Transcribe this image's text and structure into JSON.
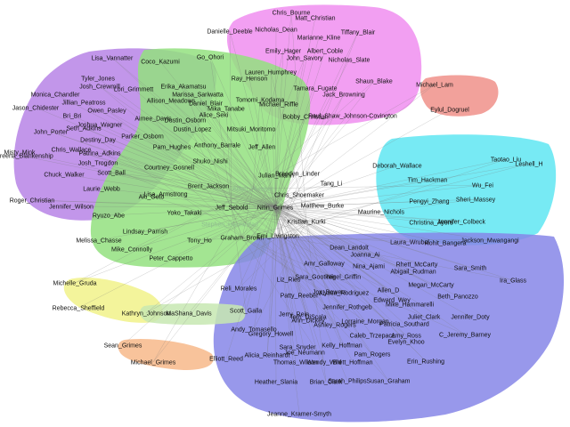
{
  "graph": {
    "highlighted_node": "Nitin_Grimes",
    "clusters": [
      {
        "id": "magenta",
        "color": "#f08ef0"
      },
      {
        "id": "purple",
        "color": "#b784e6"
      },
      {
        "id": "green",
        "color": "#93e07f"
      },
      {
        "id": "salmon",
        "color": "#f0908a"
      },
      {
        "id": "cyan",
        "color": "#5fe6f2"
      },
      {
        "id": "blue",
        "color": "#8686e8"
      },
      {
        "id": "yellow",
        "color": "#f1f28a"
      },
      {
        "id": "orange",
        "color": "#f7b98a"
      },
      {
        "id": "light-green",
        "color": "#c7e7b2"
      }
    ],
    "nodes": [
      {
        "id": "chris_bourne",
        "label": "Chris_Bourne"
      },
      {
        "id": "matt_christian",
        "label": "Matt_Christian"
      },
      {
        "id": "danielle_deeble",
        "label": "Danielle_Deeble"
      },
      {
        "id": "nicholas_dean",
        "label": "Nicholas_Dean"
      },
      {
        "id": "tiffany_blair",
        "label": "Tiffany_Blair"
      },
      {
        "id": "marianne_kline",
        "label": "Marianne_Kline"
      },
      {
        "id": "emily_hager",
        "label": "Emily_Hager"
      },
      {
        "id": "albert_coble",
        "label": "Albert_Coble"
      },
      {
        "id": "john_savory",
        "label": "John_Savory"
      },
      {
        "id": "nicholas_slate",
        "label": "Nicholas_Slate"
      },
      {
        "id": "lauren_humphrey",
        "label": "Lauren_Humphrey"
      },
      {
        "id": "ray_henson",
        "label": "Ray_Henson"
      },
      {
        "id": "shaun_blake",
        "label": "Shaun_Blake"
      },
      {
        "id": "tamara_fugate",
        "label": "Tamara_Fugate"
      },
      {
        "id": "jack_browning",
        "label": "Jack_Browning"
      },
      {
        "id": "michael_riffle",
        "label": "Michael_Riffle"
      },
      {
        "id": "bobby_christian",
        "label": "Bobby_Christian"
      },
      {
        "id": "paul_shaw_johnson_covington",
        "label": "Paul_Shaw_Johnson-Covington"
      },
      {
        "id": "michael_lam",
        "label": "Michael_Lam"
      },
      {
        "id": "eylul_dogruel",
        "label": "Eylul_Dogruel"
      },
      {
        "id": "lisa_vannatter",
        "label": "Lisa_Vannatter"
      },
      {
        "id": "coco_kazumi",
        "label": "Coco_Kazumi"
      },
      {
        "id": "go_ohori",
        "label": "Go_Ohori"
      },
      {
        "id": "tyler_jones",
        "label": "Tyler_Jones"
      },
      {
        "id": "josh_crewmill",
        "label": "Josh_Crewmill"
      },
      {
        "id": "lori_grimmett",
        "label": "Lori_Grimmett"
      },
      {
        "id": "erika_akamatsu",
        "label": "Erika_Akamatsu"
      },
      {
        "id": "monica_chandler",
        "label": "Monica_Chandler"
      },
      {
        "id": "marissa_sariwatta",
        "label": "Marissa_Sariwatta"
      },
      {
        "id": "jillian_peatross",
        "label": "Jillian_Peatross"
      },
      {
        "id": "allison_meadows",
        "label": "Allison_Meadows"
      },
      {
        "id": "daniel_blair",
        "label": "Daniel_Blair"
      },
      {
        "id": "mika_tanabe",
        "label": "Mika_Tanabe"
      },
      {
        "id": "jason_chidester",
        "label": "Jason_Chidester"
      },
      {
        "id": "owen_pasley",
        "label": "Owen_Pasley"
      },
      {
        "id": "bri_bri",
        "label": "Bri_Bri"
      },
      {
        "id": "aimee_davis",
        "label": "Aimee_Davis"
      },
      {
        "id": "alice_seki",
        "label": "Alice_Seki"
      },
      {
        "id": "tomomi_kodama",
        "label": "Tomomi_Kodama"
      },
      {
        "id": "joshua_wagner",
        "label": "Joshua_Wagner"
      },
      {
        "id": "john_porter",
        "label": "John_Porter"
      },
      {
        "id": "seth_adkins",
        "label": "Seth_Adkins"
      },
      {
        "id": "dustin_osborn",
        "label": "Dustin_Osborn"
      },
      {
        "id": "mitsuki_moritomo",
        "label": "Mitsuki_Moritomo"
      },
      {
        "id": "dustin_lopez",
        "label": "Dustin_Lopez"
      },
      {
        "id": "parker_osborn",
        "label": "Parker_Osborn"
      },
      {
        "id": "destiny_day",
        "label": "Destiny_Day"
      },
      {
        "id": "pam_hughes",
        "label": "Pam_Hughes"
      },
      {
        "id": "anthony_barrale",
        "label": "Anthony_Barrale"
      },
      {
        "id": "jeff_allen",
        "label": "Jeff_Allen"
      },
      {
        "id": "chris_wallace",
        "label": "Chris_Wallace"
      },
      {
        "id": "laureena_blankenship",
        "label": "Laureena_Blankenship"
      },
      {
        "id": "patrina_adkins",
        "label": "Patrina_Adkins"
      },
      {
        "id": "misty_mink",
        "label": "Misty_Mink"
      },
      {
        "id": "josh_trogdon",
        "label": "Josh_Trogdon"
      },
      {
        "id": "shuko_nishi",
        "label": "Shuko_Nishi"
      },
      {
        "id": "courtney_gosnell",
        "label": "Courtney_Gosnell"
      },
      {
        "id": "chuck_walker",
        "label": "Chuck_Walker"
      },
      {
        "id": "scott_ball",
        "label": "Scott_Ball"
      },
      {
        "id": "laurie_webb",
        "label": "Laurie_Webb"
      },
      {
        "id": "brent_jackson",
        "label": "Brent_Jackson"
      },
      {
        "id": "alliah_humber",
        "label": "Alliah_Humber"
      },
      {
        "id": "roger_christian",
        "label": "Roger_Christian"
      },
      {
        "id": "jennifer_wilson",
        "label": "Jennifer_Wilson"
      },
      {
        "id": "aki_goto",
        "label": "Aki_Goto"
      },
      {
        "id": "lisa_armstrong",
        "label": "Lisa_Armstrong"
      },
      {
        "id": "jeff_sebold",
        "label": "Jeff_Sebold"
      },
      {
        "id": "nitin_grimes",
        "label": "Nitin_Grimes"
      },
      {
        "id": "matthew_burke",
        "label": "Matthew_Burke"
      },
      {
        "id": "ryuzo_abe",
        "label": "Ryuzo_Abe"
      },
      {
        "id": "yoko_takaki",
        "label": "Yoko_Takaki"
      },
      {
        "id": "stephen_hannestad",
        "label": "Stephen_Hannestad"
      },
      {
        "id": "kristian_kurki",
        "label": "Kristian_Kurki"
      },
      {
        "id": "lindsay_parrish",
        "label": "Lindsay_Parrish"
      },
      {
        "id": "graham_brown",
        "label": "Graham_Brown"
      },
      {
        "id": "melissa_chasse",
        "label": "Melissa_Chasse"
      },
      {
        "id": "tony_ho",
        "label": "Tony_Ho"
      },
      {
        "id": "emi_livingston",
        "label": "Emi_Livingston"
      },
      {
        "id": "mike_connolly",
        "label": "Mike_Connolly"
      },
      {
        "id": "peter_cappetto",
        "label": "Peter_Cappetto"
      },
      {
        "id": "julian_marin",
        "label": "Julian_Marin"
      },
      {
        "id": "braeden_linder",
        "label": "Braeden_Linder"
      },
      {
        "id": "tang_li",
        "label": "Tang_Li"
      },
      {
        "id": "chris_shoemaker",
        "label": "Chris_Shoemaker"
      },
      {
        "id": "taotao_liu",
        "label": "Taotao_Liu"
      },
      {
        "id": "deborah_wallace",
        "label": "Deborah_Wallace"
      },
      {
        "id": "leshell_h",
        "label": "Leshell_H"
      },
      {
        "id": "tim_hackman",
        "label": "Tim_Hackman"
      },
      {
        "id": "wu_fei",
        "label": "Wu_Fei"
      },
      {
        "id": "pengyi_zhang",
        "label": "Pengyi_Zhang"
      },
      {
        "id": "sheri_massey",
        "label": "Sheri_Massey"
      },
      {
        "id": "maurine_nichols",
        "label": "Maurine_Nichols"
      },
      {
        "id": "jennifer_colbeck",
        "label": "Jennifer_Colbeck"
      },
      {
        "id": "christina_ayers",
        "label": "Christina_Ayers"
      },
      {
        "id": "laura_wrubel",
        "label": "Laura_Wrubel"
      },
      {
        "id": "rohit_bangera",
        "label": "Rohit_Bangera"
      },
      {
        "id": "jackson_mwangangi",
        "label": "Jackson_Mwangangi"
      },
      {
        "id": "dean_landolt",
        "label": "Dean_Landolt"
      },
      {
        "id": "joanna_ai",
        "label": "Joanna_Ai"
      },
      {
        "id": "amr_galloway",
        "label": "Amr_Galloway"
      },
      {
        "id": "nina_ajami",
        "label": "Nina_Ajami"
      },
      {
        "id": "rhett_mccarty",
        "label": "Rhett_McCarty"
      },
      {
        "id": "abigail_rudman",
        "label": "Abigail_Rudman"
      },
      {
        "id": "sara_smith",
        "label": "Sara_Smith"
      },
      {
        "id": "ira_glass",
        "label": "Ira_Glass"
      },
      {
        "id": "liz_ries",
        "label": "Liz_Ries"
      },
      {
        "id": "sara_gootkeir",
        "label": "Sara_Gootkeir"
      },
      {
        "id": "nigel_griffin",
        "label": "Nigel_Griffin"
      },
      {
        "id": "megan_mccarty",
        "label": "Megan_McCarty"
      },
      {
        "id": "beth_panozzo",
        "label": "Beth_Panozzo"
      },
      {
        "id": "reli_morales",
        "label": "Reli_Morales"
      },
      {
        "id": "patty_reeber",
        "label": "Patty_Reeber"
      },
      {
        "id": "joy_bowers",
        "label": "Joy_Bowers"
      },
      {
        "id": "alyssa_rodriguez",
        "label": "Alyssa_Rodriguez"
      },
      {
        "id": "allen_d",
        "label": "Allen_D"
      },
      {
        "id": "edward_wey",
        "label": "Edward_Wey"
      },
      {
        "id": "jennifer_rothgeb",
        "label": "Jennifer_Rothgeb"
      },
      {
        "id": "mike_hammarelli",
        "label": "Mike_Hammarelli"
      },
      {
        "id": "michelle_gruda",
        "label": "Michelle_Gruda"
      },
      {
        "id": "rebecca_sheffield",
        "label": "Rebecca_Sheffield"
      },
      {
        "id": "kathryn_johnson",
        "label": "Kathryn_Johnson"
      },
      {
        "id": "mashana_davis",
        "label": "MaShana_Davis"
      },
      {
        "id": "scott_galla",
        "label": "Scott_Galla"
      },
      {
        "id": "jerry_rein",
        "label": "Jerry_Rein"
      },
      {
        "id": "ann_dickey",
        "label": "Ann_Dickey"
      },
      {
        "id": "tom_discala",
        "label": "Tom_DiScala"
      },
      {
        "id": "lorraine_morgan",
        "label": "Lorraine_Morgan"
      },
      {
        "id": "patricia_southard",
        "label": "Patricia_Southard"
      },
      {
        "id": "juliet_clark",
        "label": "Juliet_Clark"
      },
      {
        "id": "jennifer_doty",
        "label": "Jennifer_Doty"
      },
      {
        "id": "andy_tomasello",
        "label": "Andy_Tomasello"
      },
      {
        "id": "gregory_howell",
        "label": "Gregory_Howell"
      },
      {
        "id": "ashley_rogers",
        "label": "Ashley_Rogers"
      },
      {
        "id": "caleb_trzepacz",
        "label": "Caleb_Trzepacz"
      },
      {
        "id": "amy_ross",
        "label": "Amy_Ross"
      },
      {
        "id": "evelyn_khoo",
        "label": "Evelyn_Khoo"
      },
      {
        "id": "c_jeremy_barney",
        "label": "C_Jeremy_Barney"
      },
      {
        "id": "sean_grimes",
        "label": "Sean_Grimes"
      },
      {
        "id": "michael_grimes",
        "label": "Michael_Grimes"
      },
      {
        "id": "sara_snyder",
        "label": "Sara_Snyder"
      },
      {
        "id": "kelly_hoffman",
        "label": "Kelly_Hoffman"
      },
      {
        "id": "joe_neumann",
        "label": "Joe_Neumann"
      },
      {
        "id": "pam_rogers",
        "label": "Pam_Rogers"
      },
      {
        "id": "elliott_reed",
        "label": "Elliott_Reed"
      },
      {
        "id": "alicia_reinhardt",
        "label": "Alicia_Reinhardt"
      },
      {
        "id": "thomas_wilson",
        "label": "Thomas_Wilson"
      },
      {
        "id": "wendy_wild",
        "label": "Wendy_Wild"
      },
      {
        "id": "brett_hoffman",
        "label": "Brett_Hoffman"
      },
      {
        "id": "erin_rushing",
        "label": "Erin_Rushing"
      },
      {
        "id": "heather_slania",
        "label": "Heather_Slania"
      },
      {
        "id": "brian_clark",
        "label": "Brian_Clark"
      },
      {
        "id": "sarah_philips",
        "label": "Sarah_Philips"
      },
      {
        "id": "susan_graham",
        "label": "Susan_Graham"
      },
      {
        "id": "jeanne_kramer_smyth",
        "label": "Jeanne_Kramer-Smyth"
      }
    ]
  }
}
